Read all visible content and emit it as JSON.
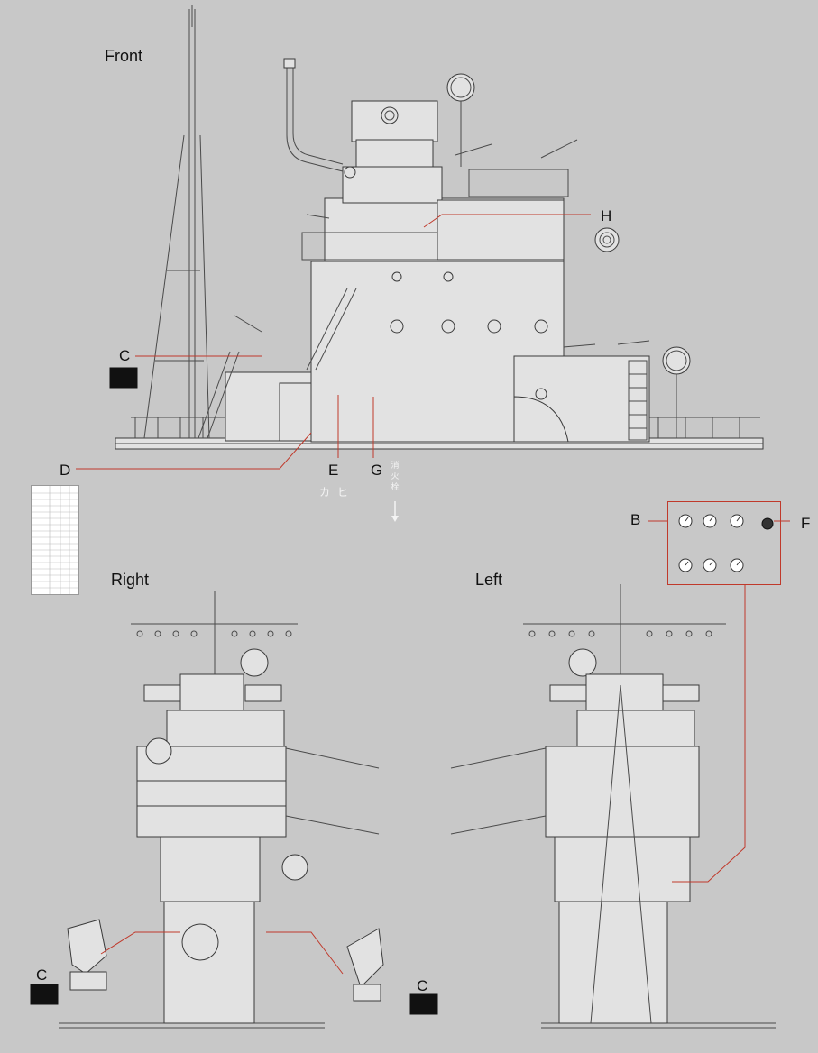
{
  "views": {
    "front": "Front",
    "right": "Right",
    "left": "Left"
  },
  "callouts": {
    "B": "B",
    "C_front": "C",
    "C_right_left": "C",
    "C_right_right": "C",
    "D": "D",
    "E": "E",
    "F": "F",
    "G": "G",
    "H": "H"
  },
  "labels": {
    "katakana_e": "カ ヒ",
    "kanji_g": [
      "消",
      "火",
      "栓"
    ]
  },
  "colors": {
    "background": "#c8c8c8",
    "line": "#4a4a4a",
    "leader": "#c0392b",
    "fill": "#e2e2e2"
  }
}
